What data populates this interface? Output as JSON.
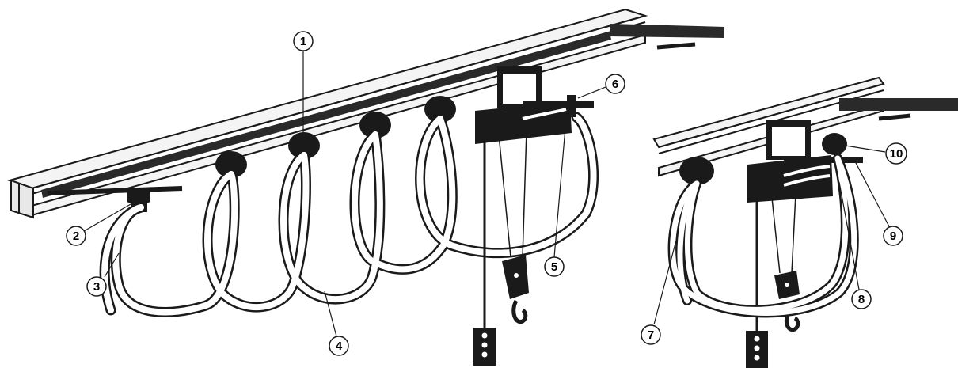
{
  "callouts": [
    {
      "id": "c1",
      "label": "1"
    },
    {
      "id": "c2",
      "label": "2"
    },
    {
      "id": "c3",
      "label": "3"
    },
    {
      "id": "c4",
      "label": "4"
    },
    {
      "id": "c5",
      "label": "5"
    },
    {
      "id": "c6",
      "label": "6"
    },
    {
      "id": "c7",
      "label": "7"
    },
    {
      "id": "c8",
      "label": "8"
    },
    {
      "id": "c9",
      "label": "9"
    },
    {
      "id": "c10",
      "label": "10"
    }
  ],
  "colors": {
    "ink": "#1a1a1a",
    "paper": "#ffffff",
    "shade": "#3a3a3a"
  }
}
